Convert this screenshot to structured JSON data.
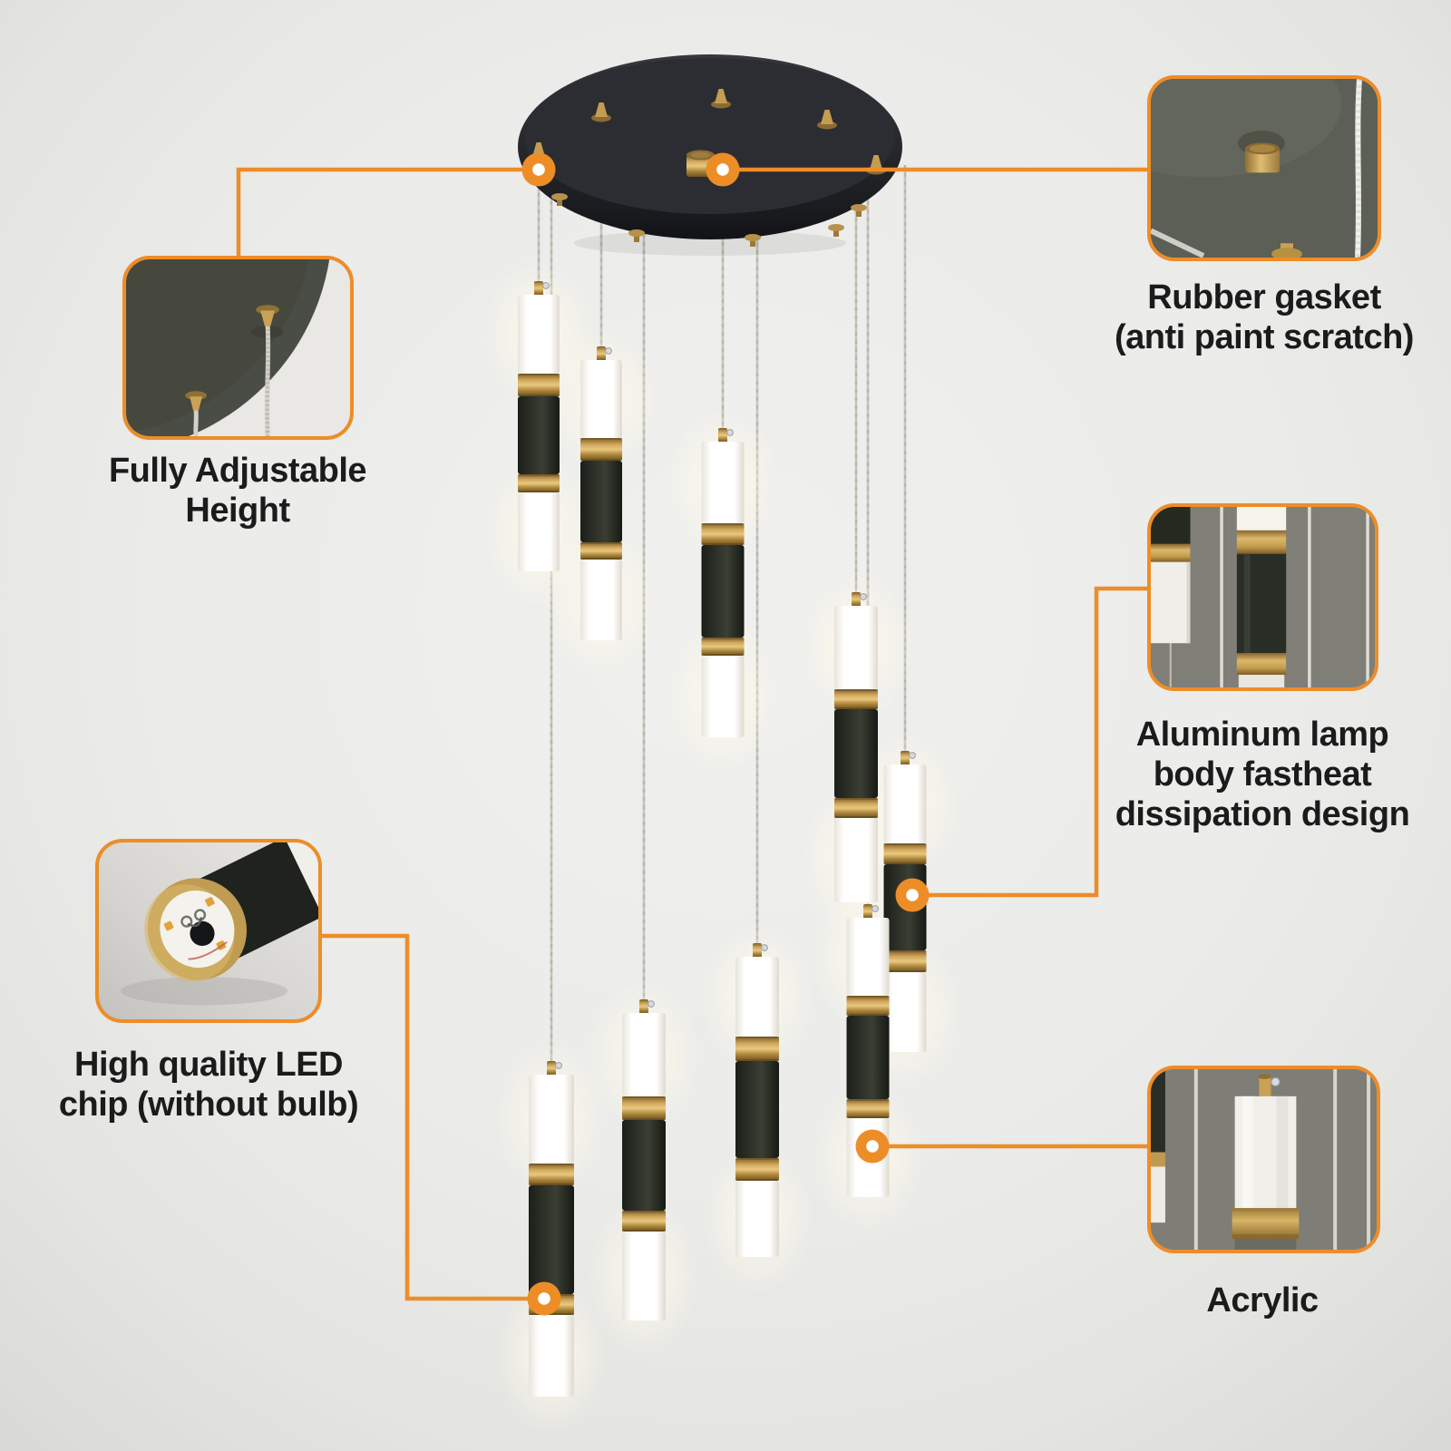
{
  "colors": {
    "accent": "#ED8D28",
    "background_center": "#efefed",
    "background_edge": "#d9d9d5",
    "canopy_black": "#26272b",
    "lamp_body_black": "#2f332a",
    "gold": "#c9a258",
    "acrylic_white": "#ffffff",
    "cable": "#c9c5ba",
    "label_text": "#1b1b1b"
  },
  "product": {
    "type": "spiral multi-pendant LED chandelier",
    "visible_pendant_count": 9
  },
  "callouts": {
    "rubber": {
      "photo_icon": "rubber-gasket-closeup",
      "lines": [
        "Rubber gasket",
        "(anti paint scratch)"
      ]
    },
    "adjustable": {
      "photo_icon": "adjustable-cable-closeup",
      "lines": [
        "Fully Adjustable",
        "Height"
      ]
    },
    "aluminum": {
      "photo_icon": "aluminum-body-closeup",
      "lines": [
        "Aluminum lamp",
        "body fastheat",
        "dissipation design"
      ]
    },
    "led": {
      "photo_icon": "led-chip-closeup",
      "lines": [
        "High quality LED",
        "chip (without bulb)"
      ]
    },
    "acrylic": {
      "photo_icon": "acrylic-diffuser-closeup",
      "lines": [
        "Acrylic"
      ]
    }
  }
}
